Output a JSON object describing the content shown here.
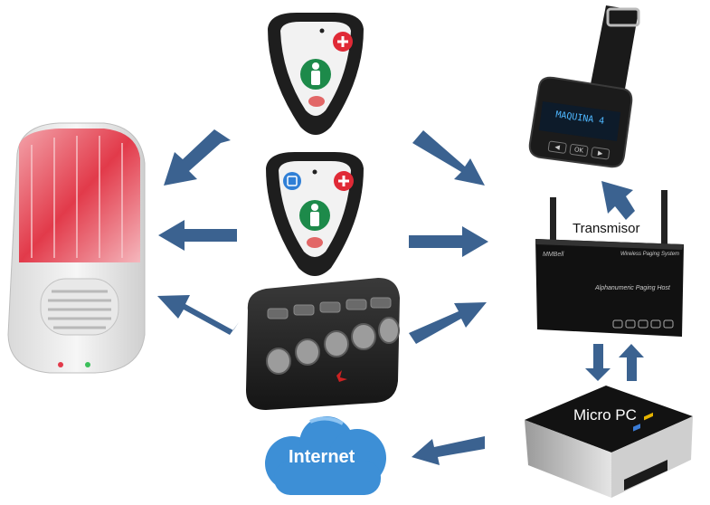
{
  "labels": {
    "transmitter": "Transmisor",
    "micro_pc": "Micro PC",
    "internet": "Internet"
  },
  "devices": {
    "brand_logo": "MMBell",
    "watch_screen": "MAQUINA 4",
    "watch_buttons": [
      "◀",
      "OK",
      "▶"
    ],
    "host_title": "Wireless Paging System",
    "host_subtitle": "Alphanumeric Paging Host"
  },
  "colors": {
    "arrow": "#3b6290",
    "cloud": "#3d8fd6",
    "siren_red": "#e23a4a",
    "device_dark": "#1e1e1e"
  }
}
